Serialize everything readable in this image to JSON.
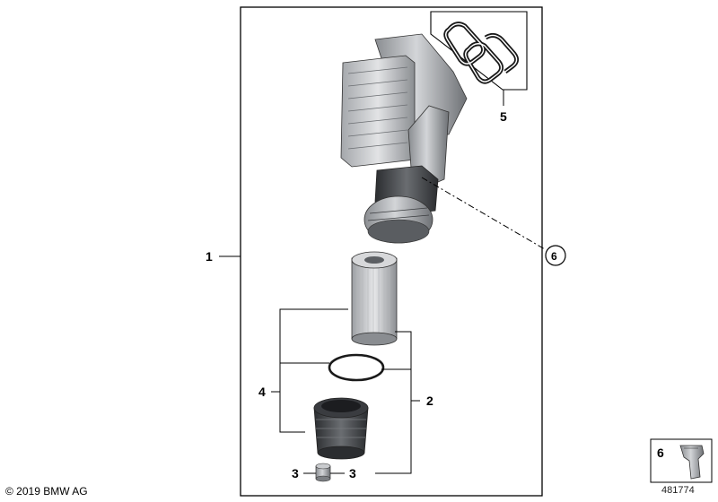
{
  "diagram": {
    "callouts": {
      "c1": "1",
      "c2": "2",
      "c3_left": "3",
      "c3_right": "3",
      "c4": "4",
      "c5": "5",
      "c6": "6"
    },
    "inset": {
      "label": "6"
    }
  },
  "footer": {
    "copyright": "© 2019 BMW AG",
    "image_number": "481774"
  }
}
